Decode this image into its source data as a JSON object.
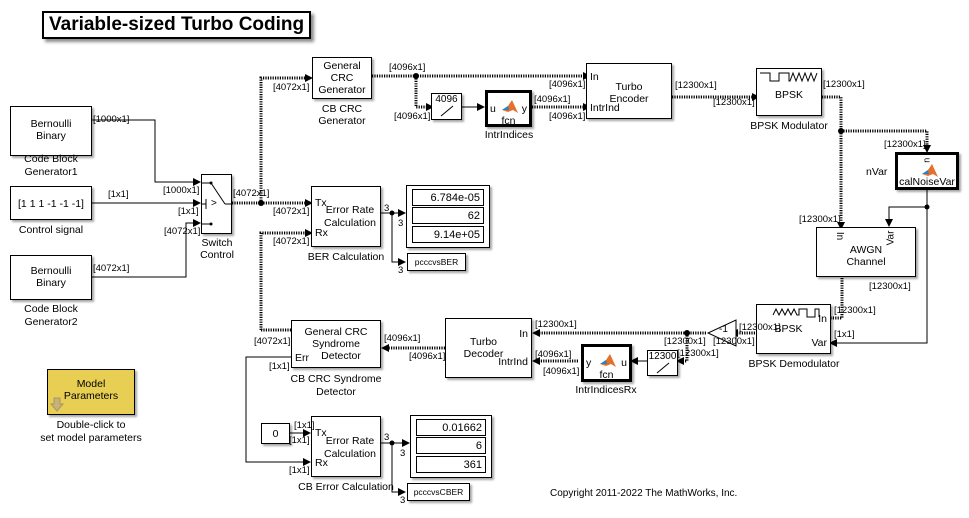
{
  "title": "Variable-sized Turbo Coding",
  "copyright": "Copyright 2011-2022 The MathWorks, Inc.",
  "blocks": {
    "gen1": {
      "text": [
        "Bernoulli",
        "Binary"
      ],
      "label": [
        "Code Block",
        "Generator1"
      ]
    },
    "control": {
      "text": "[1 1 1 -1 -1 -1]",
      "label": "Control signal"
    },
    "gen2": {
      "text": [
        "Bernoulli",
        "Binary"
      ],
      "label": [
        "Code Block",
        "Generator2"
      ]
    },
    "switch": {
      "symbol": ">",
      "label": [
        "Switch",
        "Control"
      ]
    },
    "crc_gen": {
      "text": [
        "General",
        "CRC",
        "Generator"
      ],
      "label": [
        "CB CRC",
        "Generator"
      ]
    },
    "resize_tx": {
      "text": "4096"
    },
    "intr": {
      "in": "u",
      "out": "y",
      "text": "fcn",
      "label": "IntrIndices"
    },
    "turbo_enc": {
      "in1": "In",
      "in2": "IntrInd",
      "text": [
        "Turbo",
        "Encoder"
      ]
    },
    "bpsk_mod": {
      "text": "BPSK",
      "label": "BPSK Modulator"
    },
    "calnoise": {
      "in": "u",
      "text": "calNoiseVar",
      "out_label": "nVar"
    },
    "awgn": {
      "in1": "In",
      "in2": "Var",
      "text": [
        "AWGN",
        "Channel"
      ]
    },
    "bpsk_demod": {
      "in1": "In",
      "in2": "Var",
      "text": "BPSK",
      "label": "BPSK Demodulator"
    },
    "gain": {
      "text": "-1"
    },
    "resize_rx": {
      "text": "12300"
    },
    "intr_rx": {
      "in": "u",
      "out": "y",
      "text": "fcn",
      "label": "IntrIndicesRx"
    },
    "turbo_dec": {
      "in1": "In",
      "in2": "IntrInd",
      "text": [
        "Turbo",
        "Decoder"
      ]
    },
    "crc_det": {
      "out": "Err",
      "text": [
        "General CRC",
        "Syndrome",
        "Detector"
      ],
      "label": [
        "CB CRC Syndrome",
        "Detector"
      ]
    },
    "ber": {
      "in1": "Tx",
      "in2": "Rx",
      "text": [
        "Error Rate",
        "Calculation"
      ],
      "label": "BER Calculation"
    },
    "ber_display": {
      "values": [
        "6.784e-05",
        "62",
        "9.14e+05"
      ]
    },
    "ber_ws": {
      "text": "pcccvsBER"
    },
    "const0": {
      "text": "0"
    },
    "cber": {
      "in1": "Tx",
      "in2": "Rx",
      "text": [
        "Error Rate",
        "Calculation"
      ],
      "label": "CB Error Calculation"
    },
    "cber_display": {
      "values": [
        "0.01662",
        "6",
        "361"
      ]
    },
    "cber_ws": {
      "text": "pcccvsCBER"
    },
    "model_params": {
      "text": [
        "Model",
        "Parameters"
      ],
      "label": [
        "Double-click to",
        "set model parameters"
      ]
    }
  },
  "signals": {
    "s1000": "[1000x1]",
    "s1x1": "[1x1]",
    "s4072": "[4072x1]",
    "s4096": "[4096x1]",
    "s12300": "[12300x1]",
    "dim3": "3"
  },
  "colors": {
    "model_params_fill": "#e8cf53",
    "matlab_icon_orange": "#e3702d",
    "matlab_icon_blue": "#2f7fc1"
  }
}
